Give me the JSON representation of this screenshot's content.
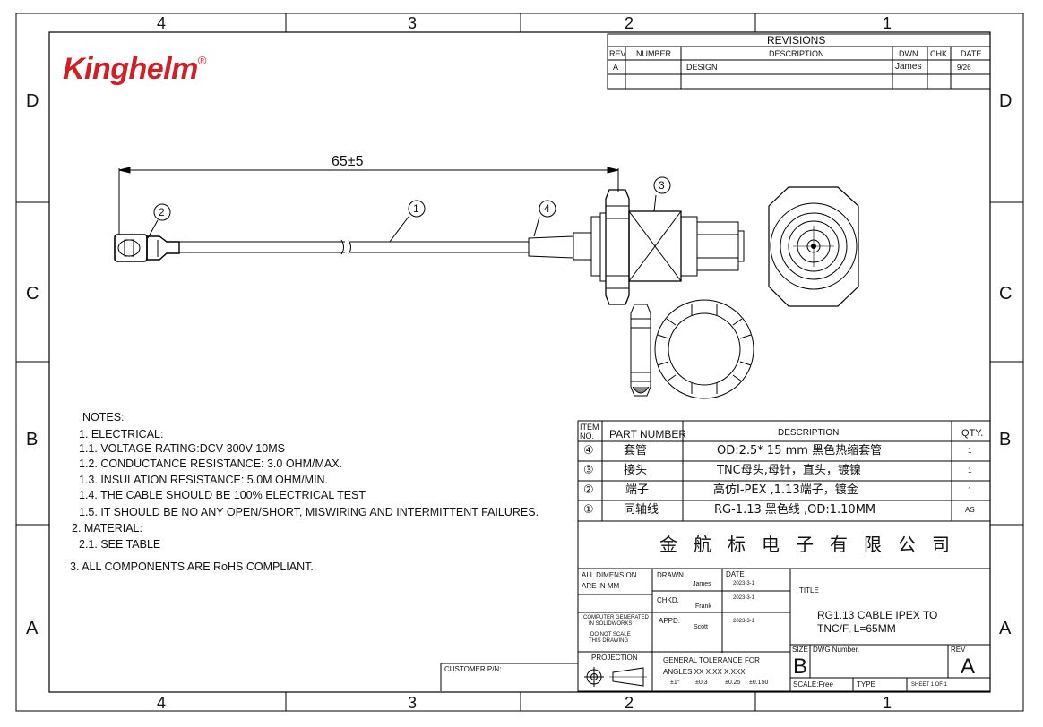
{
  "zones": {
    "top": [
      "4",
      "3",
      "2",
      "1"
    ],
    "bottom": [
      "4",
      "3",
      "2",
      "1"
    ],
    "left": [
      "D",
      "C",
      "B",
      "A"
    ],
    "right": [
      "D",
      "C",
      "B",
      "A"
    ]
  },
  "logo": {
    "text": "Kinghelm",
    "mark": "®"
  },
  "revisions": {
    "title": "REVISIONS",
    "headers": [
      "REV",
      "NUMBER",
      "DESCRIPTION",
      "DWN",
      "CHK",
      "DATE"
    ],
    "rows": [
      {
        "rev": "A",
        "number": "",
        "description": "DESIGN",
        "dwn": "James",
        "chk": "",
        "date": "9/26"
      }
    ]
  },
  "drawing": {
    "dimension": "65±5",
    "balloons": [
      "1",
      "2",
      "3",
      "4"
    ]
  },
  "notes": {
    "title": "NOTES:",
    "lines": [
      "1.  ELECTRICAL:",
      "1.1.  VOLTAGE RATING:DCV 300V 10MS",
      "1.2.  CONDUCTANCE RESISTANCE: 3.0 OHM/MAX.",
      "1.3.  INSULATION RESISTANCE: 5.0M OHM/MIN.",
      "1.4.  THE CABLE SHOULD BE 100% ELECTRICAL TEST",
      "1.5.  IT SHOULD BE NO ANY OPEN/SHORT, MISWIRING AND INTERMITTENT FAILURES.",
      "2.  MATERIAL:",
      "2.1.  SEE TABLE",
      "3.  ALL COMPONENTS ARE RoHS COMPLIANT."
    ]
  },
  "bom": {
    "headers": {
      "item_1": "ITEM",
      "item_2": "NO.",
      "part_number": "PART NUMBER",
      "description": "DESCRIPTION",
      "qty": "QTY."
    },
    "rows": [
      {
        "item": "④",
        "part": "套管",
        "description": "OD:2.5* 15 mm 黑色热缩套管",
        "qty": "1"
      },
      {
        "item": "③",
        "part": "接头",
        "description": "TNC母头,母针，直头，镀镍",
        "qty": "1"
      },
      {
        "item": "②",
        "part": "端子",
        "description": "高仿I-PEX ,1.13端子，镀金",
        "qty": "1"
      },
      {
        "item": "①",
        "part": "同轴线",
        "description": "RG-1.13 黑色线 ,OD:1.10MM",
        "qty": "AS"
      }
    ]
  },
  "title_block": {
    "company": "金航标电子有限公司",
    "all_dimension_1": "ALL DIMENSION",
    "all_dimension_2": "ARE IN MM",
    "computer_1": "COMPUTER GENERATED",
    "computer_2": "IN SOLIDWORKS",
    "donot_1": "DO NOT SCALE",
    "donot_2": "THIS DRAWING",
    "projection": "PROJECTION",
    "drawn_label": "DRAWN",
    "drawn_name": "James",
    "drawn_date": "2023-3-1",
    "chkd_label": "CHKD.",
    "chkd_name": "Frank",
    "chkd_date": "2023-3-1",
    "appd_label": "APPD.",
    "appd_name": "Scott",
    "appd_date": "2023-3-1",
    "date_label": "DATE",
    "tolerance_title": "GENERAL TOLERANCE FOR",
    "tolerance_line": "ANGLES  XX  X.XX  X.XXX",
    "tolerance_values": [
      "±1°",
      "±0.3",
      "±0.25",
      "±0.150"
    ],
    "title_label": "TITLE",
    "title_1": "RG1.13 CABLE IPEX  TO",
    "title_2": "TNC/F, L=65MM",
    "size_label": "SIZE",
    "size": "B",
    "dwg_label": "DWG Number.",
    "rev_label": "REV",
    "rev": "A",
    "scale": "SCALE:Free",
    "type": "TYPE",
    "sheet": "SHEET  1  OF  1",
    "customer_pn": "CUSTOMER P/N:"
  }
}
